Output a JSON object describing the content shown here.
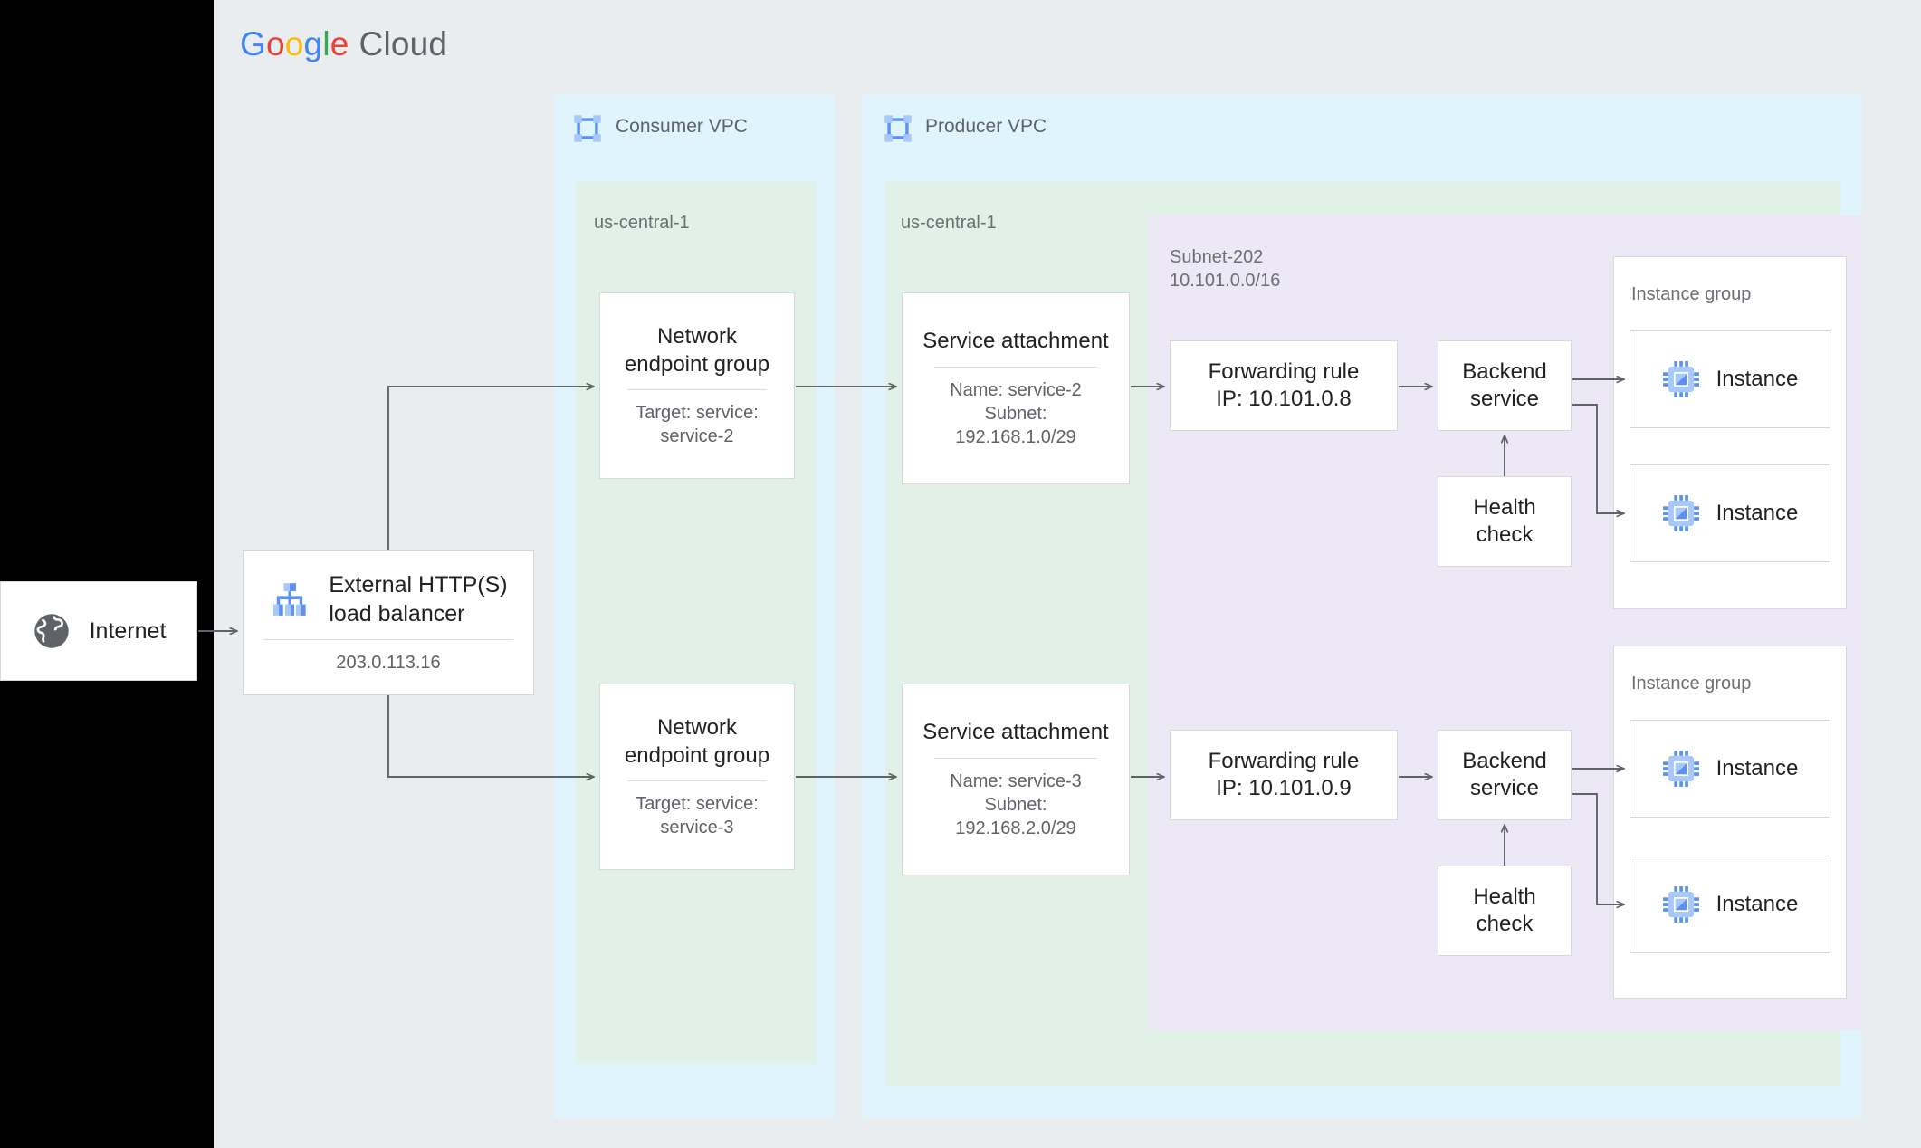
{
  "brand": {
    "google": [
      "G",
      "o",
      "o",
      "g",
      "l",
      "e"
    ],
    "cloud": "Cloud"
  },
  "internet": {
    "label": "Internet",
    "icon": "globe-icon"
  },
  "load_balancer": {
    "title": "External HTTP(S)\nload balancer",
    "ip": "203.0.113.16",
    "icon": "load-balancer-icon"
  },
  "consumer_vpc": {
    "title": "Consumer VPC",
    "icon": "vpc-icon",
    "region": "us-central-1",
    "negs": [
      {
        "title": "Network\nendpoint group",
        "sub": "Target: service:\nservice-2"
      },
      {
        "title": "Network\nendpoint group",
        "sub": "Target: service:\nservice-3"
      }
    ]
  },
  "producer_vpc": {
    "title": "Producer VPC",
    "icon": "vpc-icon",
    "region": "us-central-1",
    "subnet": {
      "name": "Subnet-202",
      "cidr": "10.101.0.0/16"
    },
    "service_attachments": [
      {
        "title": "Service attachment",
        "sub": "Name: service-2\nSubnet:\n192.168.1.0/29"
      },
      {
        "title": "Service attachment",
        "sub": "Name: service-3\nSubnet:\n192.168.2.0/29"
      }
    ],
    "forwarding_rules": [
      {
        "text": "Forwarding rule\nIP: 10.101.0.8"
      },
      {
        "text": "Forwarding rule\nIP: 10.101.0.9"
      }
    ],
    "backend_services": [
      {
        "text": "Backend\nservice"
      },
      {
        "text": "Backend\nservice"
      }
    ],
    "health_checks": [
      {
        "text": "Health\ncheck"
      },
      {
        "text": "Health\ncheck"
      }
    ],
    "instance_groups": [
      {
        "label": "Instance group",
        "instances": [
          {
            "label": "Instance"
          },
          {
            "label": "Instance"
          }
        ]
      },
      {
        "label": "Instance group",
        "instances": [
          {
            "label": "Instance"
          },
          {
            "label": "Instance"
          }
        ]
      }
    ]
  },
  "colors": {
    "page_bg": "#eaedef",
    "vpc_bg": "#e0f4fd",
    "region_bg": "#e2f1e8",
    "subnet_bg": "#ede8f6",
    "card_bg": "#ffffff",
    "card_border": "#d6d8da",
    "arrow": "#5f6368",
    "text_primary": "#202124",
    "text_secondary": "#5f6368",
    "brand_blue": "#4285f4",
    "brand_red": "#ea4335",
    "brand_yellow": "#fbbc05",
    "brand_green": "#34a853",
    "icon_blue_dark": "#5b90f5",
    "icon_blue_light": "#a8c7fa"
  }
}
